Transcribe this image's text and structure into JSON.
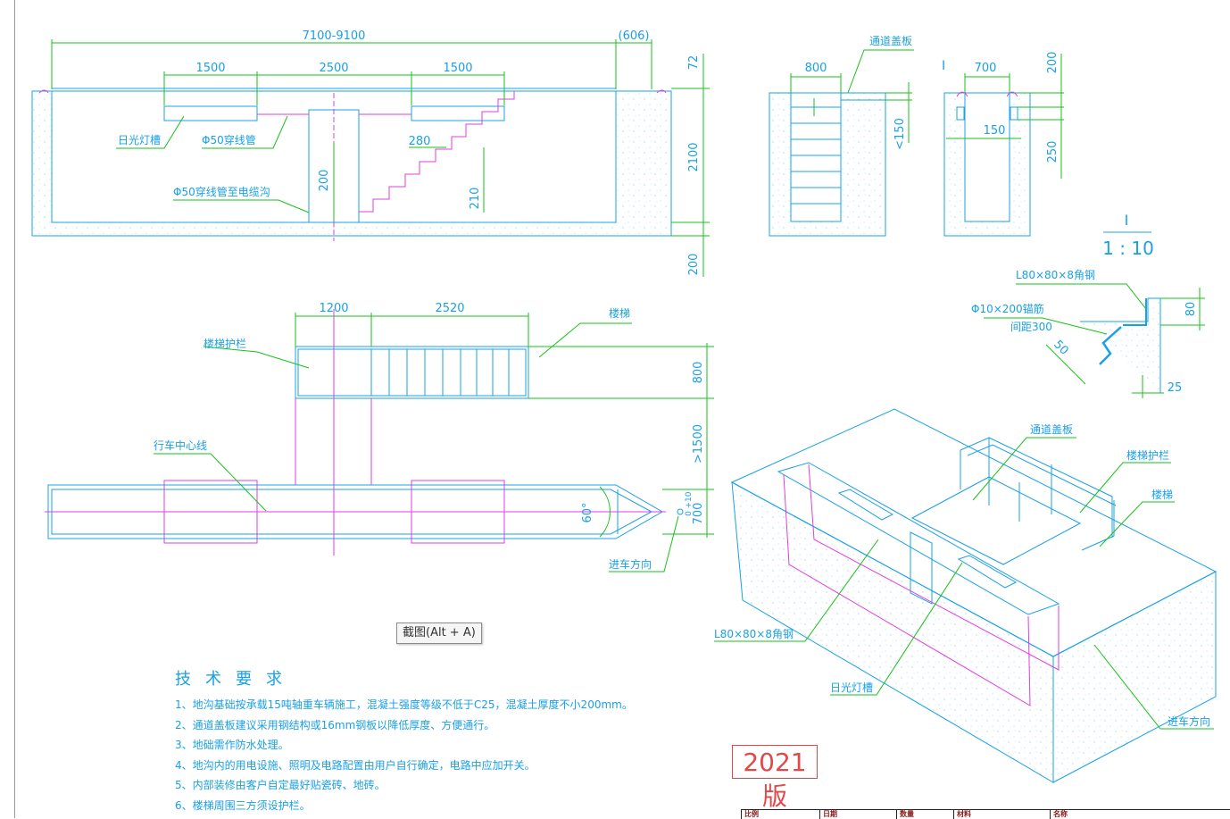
{
  "dims": {
    "total": "7100-9100",
    "extra": "(606)",
    "d1500": "1500",
    "d2500": "2500",
    "d72": "72",
    "d2100": "2100",
    "d200": "200",
    "d280": "280",
    "d210": "210",
    "d800": "800",
    "d700": "700",
    "d150": "150",
    "dlt150": "<150",
    "d250": "250",
    "d1200": "1200",
    "d2520": "2520",
    "dge1500": ">1500",
    "d700b": "700",
    "tol": "+10",
    "tol0": "0",
    "angle": "60°",
    "d80": "80",
    "d50": "50",
    "d25": "25",
    "roman": "I",
    "scale": "1 : 10"
  },
  "labels": {
    "skylight": "日光灯槽",
    "conduit": "Φ50穿线管",
    "conduit_cable": "Φ50穿线管至电缆沟",
    "cover": "通道盖板",
    "rail": "楼梯护栏",
    "stairs": "楼梯",
    "centerline": "行车中心线",
    "direction": "进车方向",
    "angle_steel": "L80×80×8角钢",
    "anchor": "Φ10×200锚筋",
    "spacing": "间距300"
  },
  "tooltip": "截图(Alt + A)",
  "edition": "2021版",
  "tech": {
    "title": "技术要求",
    "items": [
      "1、地沟基础按承载15吨轴重车辆施工，混凝土强度等级不低于C25，混凝土厚度不小200mm。",
      "2、通道盖板建议采用钢结构或16mm钢板以降低厚度、方便通行。",
      "3、地础需作防水处理。",
      "4、地沟内的用电设施、照明及电路配置由用户自行确定，电路中应加开关。",
      "5、内部装修由客户自定最好贴瓷砖、地砖。",
      "6、楼梯周围三方须设护栏。"
    ]
  },
  "title_block": [
    "比例",
    "日期",
    "数量",
    "材料",
    "名称"
  ],
  "colors": {
    "line": "#1aa0e6",
    "dim": "#17c217",
    "aux": "#e23de2",
    "stamp": "#e34848"
  }
}
